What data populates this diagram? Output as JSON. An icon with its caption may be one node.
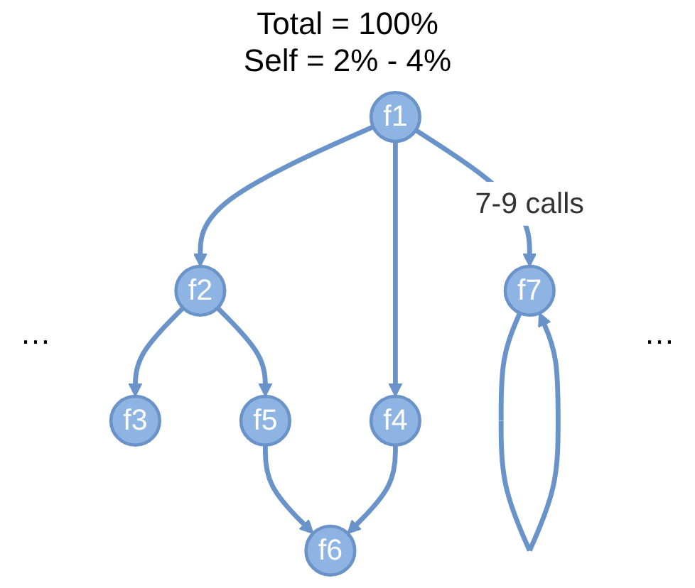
{
  "diagram": {
    "nodes": [
      {
        "text": [
          "f1"
        ]
      },
      {
        "text": [
          "f2"
        ]
      },
      {
        "text": [
          "f3"
        ]
      },
      {
        "text": [
          "f4"
        ]
      },
      {
        "text": [
          "f5"
        ]
      },
      {
        "text": [
          "f6"
        ]
      },
      {
        "text": [
          "f7"
        ]
      }
    ],
    "edges": [
      {
        "from": 0,
        "to": 1,
        "arrow": "to"
      },
      {
        "from": 0,
        "to": 3,
        "arrow": "to"
      },
      {
        "from": 0,
        "to": 6,
        "arrow": "to",
        "label": "7-9 calls"
      },
      {
        "from": 1,
        "to": 2,
        "arrow": "to"
      },
      {
        "from": 1,
        "to": 4,
        "arrow": "to"
      },
      {
        "from": 3,
        "to": 5,
        "arrow": "to"
      },
      {
        "from": 4,
        "to": 5,
        "arrow": "to"
      },
      {
        "from": 6,
        "to": 6,
        "arrow": "to"
      }
    ],
    "labels": [
      "Total = 100%",
      "Self = 2% - 4%",
      "…",
      "…"
    ]
  }
}
